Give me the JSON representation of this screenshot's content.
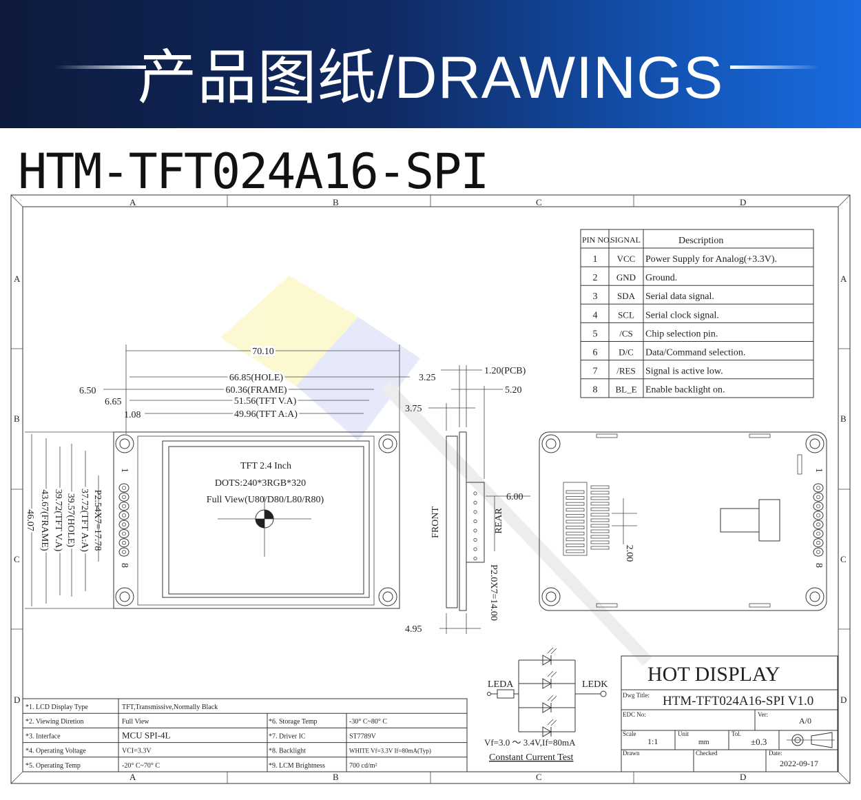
{
  "banner": {
    "title": "产品图纸/DRAWINGS",
    "gradient_colors": [
      "#0d1a3c",
      "#1a6be0"
    ]
  },
  "model": "HTM-TFT024A16-SPI",
  "frame": {
    "columns": [
      "A",
      "B",
      "C",
      "D"
    ],
    "rows": [
      "A",
      "B",
      "C",
      "D"
    ]
  },
  "pin_table": {
    "headers": [
      "PIN NO.",
      "SIGNAL",
      "Description"
    ],
    "rows": [
      [
        "1",
        "VCC",
        "Power Supply for Analog(+3.3V)."
      ],
      [
        "2",
        "GND",
        "Ground."
      ],
      [
        "3",
        "SDA",
        "Serial data signal."
      ],
      [
        "4",
        "SCL",
        "Serial clock signal."
      ],
      [
        "5",
        "/CS",
        "Chip selection pin."
      ],
      [
        "6",
        "D/C",
        "Data/Command selection."
      ],
      [
        "7",
        "/RES",
        "Signal is active low."
      ],
      [
        "8",
        "BL_E",
        "Enable backlight on."
      ]
    ]
  },
  "front_view": {
    "dims_horizontal": [
      "70.10",
      "66.85(HOLE)",
      "60.36(FRAME)",
      "51.56(TFT V.A)",
      "49.96(TFT A.A)",
      "6.50",
      "6.65",
      "1.08"
    ],
    "dims_vertical": [
      "46.07",
      "43.67(FRAME)",
      "39.72(TFT V.A)",
      "39.57(HOLE)",
      "37.72(TFT A.A)",
      "P2.54X7=17.78"
    ],
    "pin_first": "1",
    "pin_last": "8",
    "lcd_lines": [
      "TFT 2.4 Inch",
      "DOTS:240*3RGB*320",
      "Full View(U80/D80/L80/R80)"
    ]
  },
  "side_view": {
    "dims": [
      "3.25",
      "1.20(PCB)",
      "5.20",
      "3.75",
      "6.00",
      "4.95",
      "P2.0X7=14.00"
    ],
    "front_label": "FRONT",
    "rear_label": "REAR"
  },
  "rear_view": {
    "dim": "2.00",
    "pin_first": "1",
    "pin_last": "8"
  },
  "led_circuit": {
    "anode": "LEDA",
    "cathode": "LEDK",
    "spec": "Vf=3.0 ～ 3.4V,If=80mA",
    "note": "Constant Current Test"
  },
  "spec_table": [
    {
      "label": "*1. LCD Display Type",
      "value": "TFT,Transmissive,Normally Black"
    },
    {
      "label": "*2. Viewing Diretion",
      "value": "Full View",
      "label2": "*6. Storage Temp",
      "value2": "-30° C~80° C"
    },
    {
      "label": "*3. Interface",
      "value": "MCU SPI-4L",
      "label2": "*7. Driver IC",
      "value2": "ST7789V"
    },
    {
      "label": "*4. Operating Voltage",
      "value": "VCI=3.3V",
      "label2": "*8. Backlight",
      "value2": "WHITE Vf=3.3V If=80mA(Typ)"
    },
    {
      "label": "*5. Operating Temp",
      "value": "-20° C~70° C",
      "label2": "*9. LCM Brightness",
      "value2": "700 cd/m²"
    }
  ],
  "title_block": {
    "company": "HOT DISPLAY",
    "dwg_title_label": "Dwg Title:",
    "dwg_title": "HTM-TFT024A16-SPI V1.0",
    "edc_label": "EDC No:",
    "ver_label": "Ver:",
    "ver": "A/0",
    "scale_label": "Scale",
    "scale": "1:1",
    "unit_label": "Unit",
    "unit": "mm",
    "tol_label": "Tol.",
    "tol": "±0.3",
    "drawn_label": "Drawn",
    "checked_label": "Checked",
    "date_label": "Date:",
    "date": "2022-09-17"
  }
}
